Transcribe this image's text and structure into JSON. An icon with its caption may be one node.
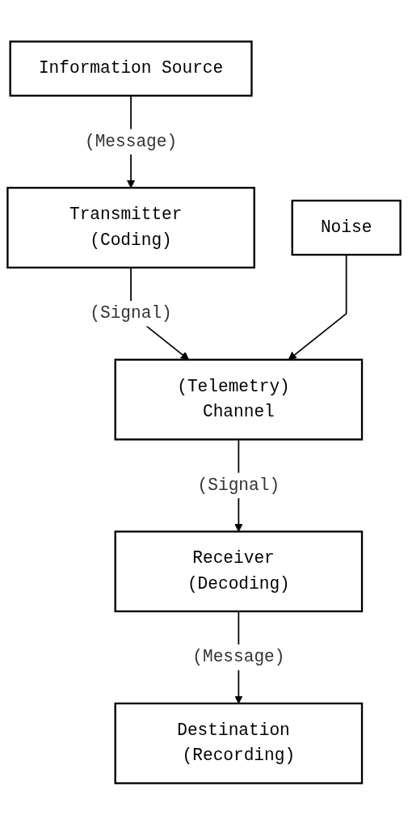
{
  "diagram": {
    "nodes": [
      {
        "text": [
          "Information Source"
        ]
      },
      {
        "text": [
          "Transmitter (Coding)"
        ]
      },
      {
        "text": [
          "(Telemetry) Channel"
        ]
      },
      {
        "text": [
          "Noise"
        ]
      },
      {
        "text": [
          "Receiver (Decoding)"
        ]
      },
      {
        "text": [
          "Destination (Recording)"
        ]
      }
    ],
    "edges": [
      {
        "from": 0,
        "to": 1,
        "arrow": "to",
        "label": "(Message)"
      },
      {
        "from": 1,
        "to": 2,
        "arrow": "to",
        "label": "(Signal)"
      },
      {
        "from": 3,
        "to": 2,
        "arrow": "to"
      },
      {
        "from": 2,
        "to": 4,
        "arrow": "to",
        "label": "(Signal)"
      },
      {
        "from": 4,
        "to": 5,
        "arrow": "to",
        "label": "(Message)"
      }
    ]
  }
}
